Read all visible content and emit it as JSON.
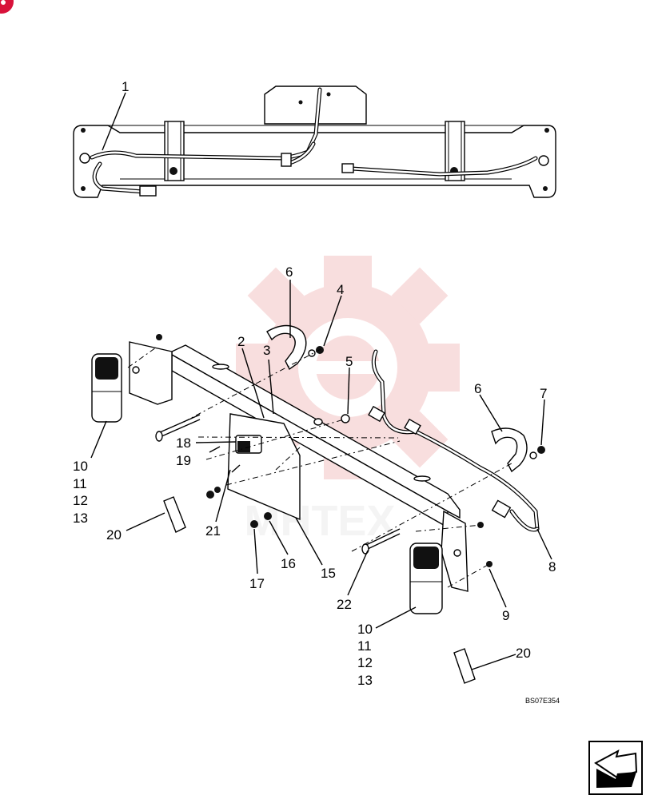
{
  "drawing_code": "BS07E354",
  "watermark": "MHTEX",
  "callouts": {
    "c1": "1",
    "c2": "2",
    "c3": "3",
    "c4": "4",
    "c5": "5",
    "c6a": "6",
    "c6b": "6",
    "c7": "7",
    "c8": "8",
    "c9": "9",
    "c10a": "10",
    "c11a": "11",
    "c12a": "12",
    "c13a": "13",
    "c10b": "10",
    "c11b": "11",
    "c12b": "12",
    "c13b": "13",
    "c15": "15",
    "c16": "16",
    "c17": "17",
    "c18": "18",
    "c19": "19",
    "c20a": "20",
    "c20b": "20",
    "c21": "21",
    "c22": "22"
  },
  "icons": {
    "corner_badge": "badge-icon",
    "next_page": "next-page-arrow-icon",
    "watermark_gear": "gear-icon"
  },
  "colors": {
    "watermark": "#f4c4c4",
    "badge": "#d8123a",
    "line": "#000000"
  }
}
